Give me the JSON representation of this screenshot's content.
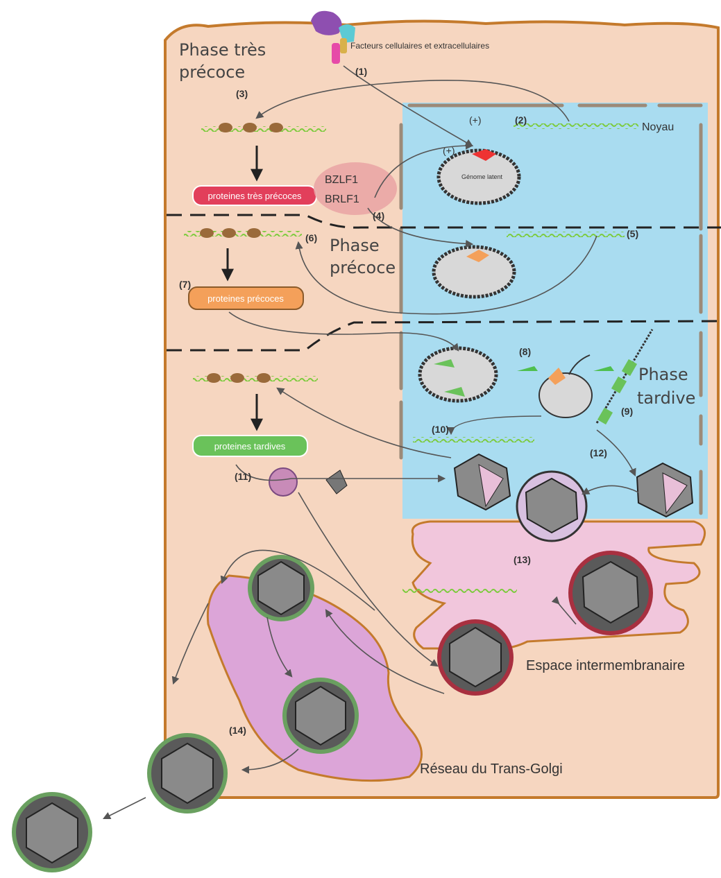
{
  "colors": {
    "cytoplasm": "#f6d6c0",
    "nucleus": "#a9dcf0",
    "membrane": "#c47a2c",
    "er_lumen": "#f1c6dc",
    "golgi": "#dca5d8",
    "very_early": "#e23f5b",
    "early": "#f4a05a",
    "late": "#6ac25a",
    "mrna": "#7ccb3c"
  },
  "labels": {
    "factors": "Facteurs cellulaires et extracellulaires",
    "nucleus": "Noyau",
    "phase_very_early_1": "Phase très",
    "phase_very_early_2": "précoce",
    "phase_early_1": "Phase",
    "phase_early_2": "précoce",
    "phase_late_1": "Phase",
    "phase_late_2": "tardive",
    "bzlf1": "BZLF1",
    "brlf1": "BRLF1",
    "latent_genome": "Génome latent",
    "intermembrane": "Espace intermembranaire",
    "golgi": "Réseau du Trans-Golgi",
    "plus_1": "(+)",
    "plus_2": "(+)"
  },
  "boxes": {
    "very_early": "proteines très précoces",
    "early": "proteines précoces",
    "late": "proteines tardives"
  },
  "steps": [
    "(1)",
    "(2)",
    "(3)",
    "(4)",
    "(5)",
    "(6)",
    "(7)",
    "(8)",
    "(9)",
    "(10)",
    "(11)",
    "(12)",
    "(13)",
    "(14)"
  ]
}
